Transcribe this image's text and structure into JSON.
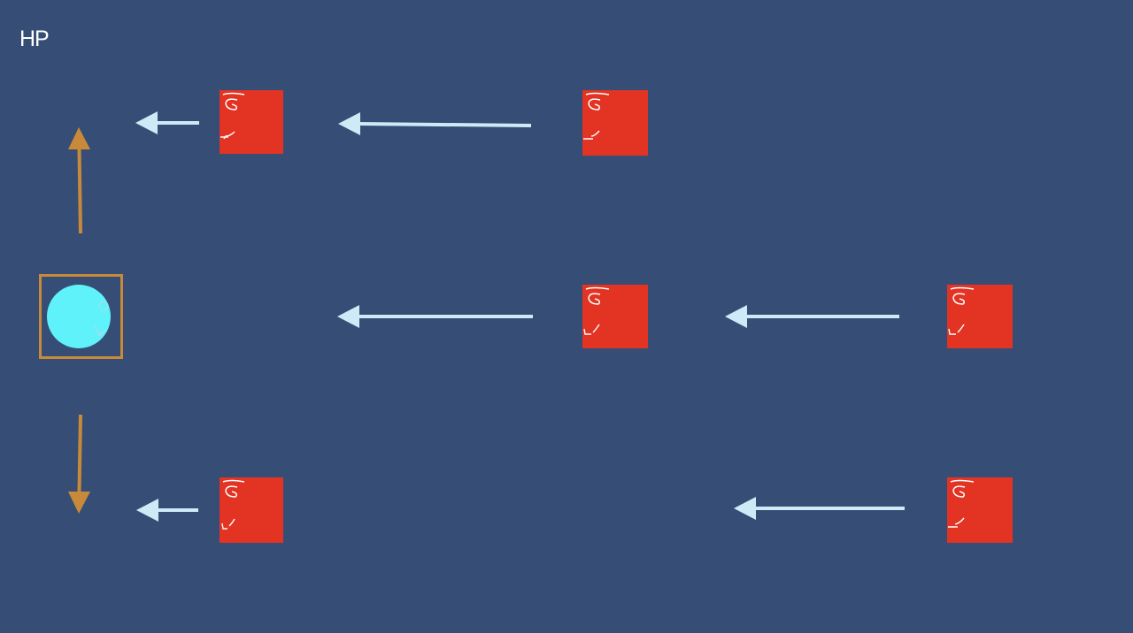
{
  "hud": {
    "hp_label": "HP"
  },
  "colors": {
    "background": "#364e75",
    "enemy": "#e23323",
    "player": "#5ff2fb",
    "move_arrow": "#c88a3a",
    "enemy_arrow": "#cfeaf7"
  },
  "player": {
    "icon": "player-orb",
    "move_directions": [
      "up",
      "down"
    ]
  },
  "enemies": [
    {
      "lane": "top",
      "icon": "enemy-block"
    },
    {
      "lane": "top",
      "icon": "enemy-block"
    },
    {
      "lane": "middle",
      "icon": "enemy-block"
    },
    {
      "lane": "middle",
      "icon": "enemy-block"
    },
    {
      "lane": "bottom",
      "icon": "enemy-block"
    },
    {
      "lane": "bottom",
      "icon": "enemy-block"
    }
  ]
}
